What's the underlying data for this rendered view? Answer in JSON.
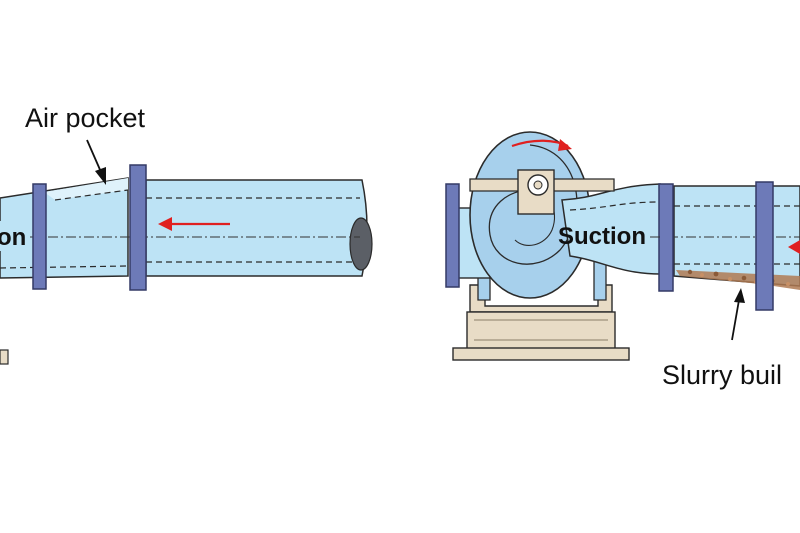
{
  "labels": {
    "air_pocket": "Air pocket",
    "suction_left": "on",
    "suction_right": "Suction",
    "slurry": "Slurry buil"
  },
  "colors": {
    "pipe_fill": "#bde3f5",
    "pipe_stroke": "#2b2b2b",
    "flange": "#6d7ab8",
    "flange_stroke": "#343a66",
    "pump_body": "#a7d0ec",
    "base": "#e8dcc6",
    "flow_arrow": "#e02020",
    "slurry": "#b07a52",
    "outlet_end": "#5b5f66"
  },
  "icons": {
    "flow_arrow": "left-arrow-icon",
    "rotation_arrow": "curved-arrow-icon"
  }
}
